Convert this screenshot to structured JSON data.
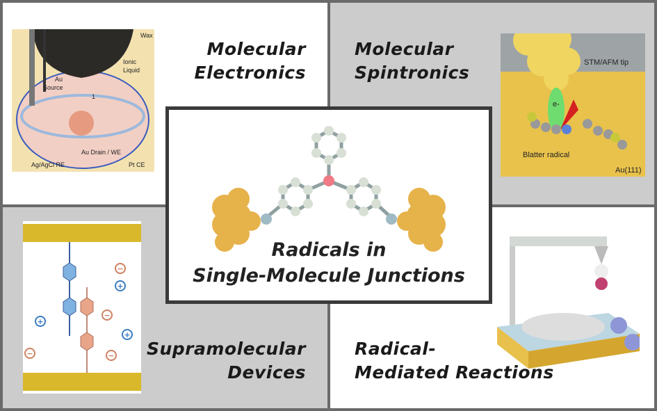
{
  "panels": {
    "top_left": {
      "title_line1": "Molecular",
      "title_line2": "Electronics",
      "figure_labels": {
        "wax": "Wax",
        "ionic_liquid_1": "Ionic",
        "ionic_liquid_2": "Liquid",
        "au_source_1": "Au",
        "au_source_2": "Source",
        "molecule": "1",
        "au_drain": "Au Drain / WE",
        "ref_electrode": "Ag/AgCl RE",
        "counter_electrode": "Pt CE"
      }
    },
    "top_right": {
      "title_line1": "Molecular",
      "title_line2": "Spintronics",
      "figure_labels": {
        "tip": "STM/AFM tip",
        "electron": "e-",
        "radical": "Blatter radical",
        "surface": "Au(111)"
      }
    },
    "bottom_left": {
      "title_line1": "Supramolecular",
      "title_line2": "Devices"
    },
    "bottom_right": {
      "title_line1": "Radical-",
      "title_line2": "Mediated Reactions"
    }
  },
  "center": {
    "title_line1": "Radicals in",
    "title_line2": "Single-Molecule Junctions"
  },
  "colors": {
    "gray_panel": "#cccccc",
    "border": "#6a6a6a",
    "gold": "#e2b85a",
    "blue": "#7fb2e0",
    "salmon": "#e8a58a"
  }
}
